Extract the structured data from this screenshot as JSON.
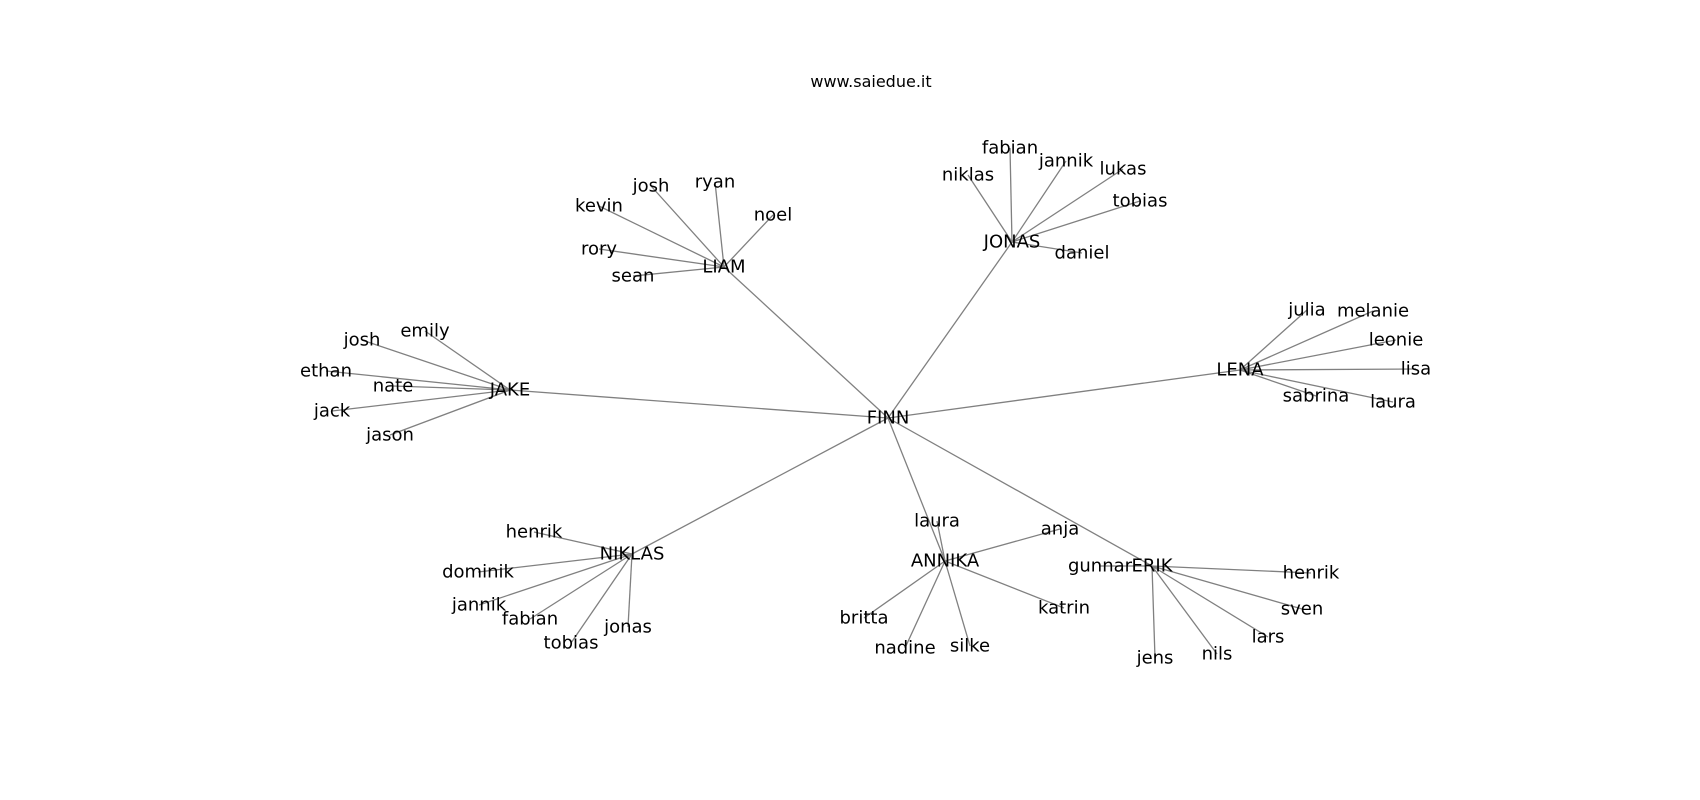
{
  "title": "www.saiedue.it",
  "root": "FINN",
  "groups": [
    {
      "name": "LIAM",
      "members": [
        "josh",
        "ryan",
        "noel",
        "kevin",
        "rory",
        "sean"
      ]
    },
    {
      "name": "JONAS",
      "members": [
        "fabian",
        "jannik",
        "lukas",
        "niklas",
        "tobias",
        "daniel"
      ]
    },
    {
      "name": "JAKE",
      "members": [
        "josh",
        "emily",
        "ethan",
        "nate",
        "jack",
        "jason"
      ]
    },
    {
      "name": "LENA",
      "members": [
        "julia",
        "melanie",
        "leonie",
        "lisa",
        "sabrina",
        "laura"
      ]
    },
    {
      "name": "NIKLAS",
      "members": [
        "henrik",
        "dominik",
        "jannik",
        "fabian",
        "tobias",
        "jonas"
      ]
    },
    {
      "name": "ANNIKA",
      "members": [
        "laura",
        "anja",
        "katrin",
        "britta",
        "nadine",
        "silke"
      ]
    },
    {
      "name": "ERIK",
      "members": [
        "gunnar",
        "henrik",
        "sven",
        "lars",
        "nils",
        "jens"
      ]
    }
  ]
}
